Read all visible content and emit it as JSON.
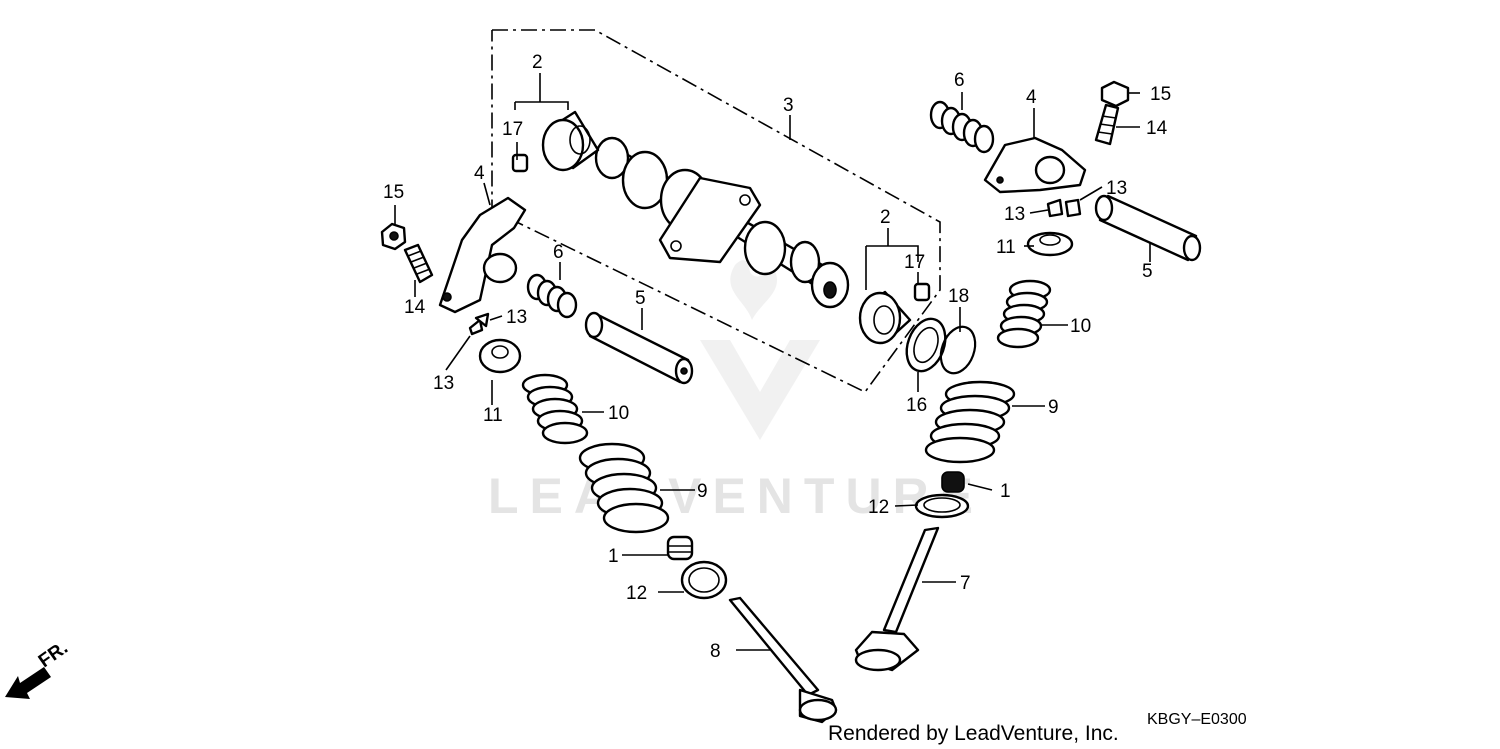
{
  "diagram": {
    "callouts": {
      "c1_left": "1",
      "c1_right": "1",
      "c2_left": "2",
      "c2_right": "2",
      "c3": "3",
      "c4_left": "4",
      "c4_right": "4",
      "c5_left": "5",
      "c5_right": "5",
      "c6_left": "6",
      "c6_right": "6",
      "c7": "7",
      "c8": "8",
      "c9_left": "9",
      "c9_right": "9",
      "c10_left": "10",
      "c10_right": "10",
      "c11_left": "11",
      "c11_right": "11",
      "c12_left": "12",
      "c12_right": "12",
      "c13_left_a": "13",
      "c13_left_b": "13",
      "c13_right_a": "13",
      "c13_right_b": "13",
      "c14_left": "14",
      "c14_right": "14",
      "c15_left": "15",
      "c15_right": "15",
      "c16": "16",
      "c17_left": "17",
      "c17_right": "17",
      "c18": "18"
    },
    "direction_label": "FR.",
    "watermark": "LEADVENTURE",
    "footer_credit": "Rendered by LeadVenture, Inc.",
    "diagram_code": "KBGY–E0300"
  }
}
